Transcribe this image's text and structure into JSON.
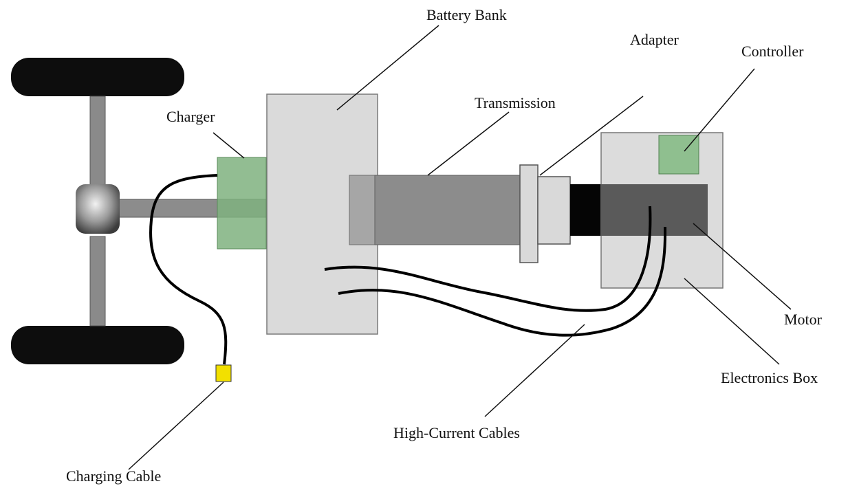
{
  "labels": {
    "battery_bank": "Battery Bank",
    "adapter": "Adapter",
    "controller": "Controller",
    "charger": "Charger",
    "transmission": "Transmission",
    "motor": "Motor",
    "electronics_box": "Electronics Box",
    "high_current_cables": "High-Current Cables",
    "charging_cable": "Charging Cable"
  },
  "colors": {
    "tire": "#0d0d0d",
    "axle": "#8a8a8a",
    "charger": "#8fbf8f",
    "battery": "#dadada",
    "transmission": "#8c8c8c",
    "adapter": "#d9d9d9",
    "coupler": "#050505",
    "motor": "#5a5a5a",
    "electronics_box": "#dcdcdc",
    "controller": "#8fbf8f",
    "plug": "#f2e000",
    "cable": "#000000"
  }
}
